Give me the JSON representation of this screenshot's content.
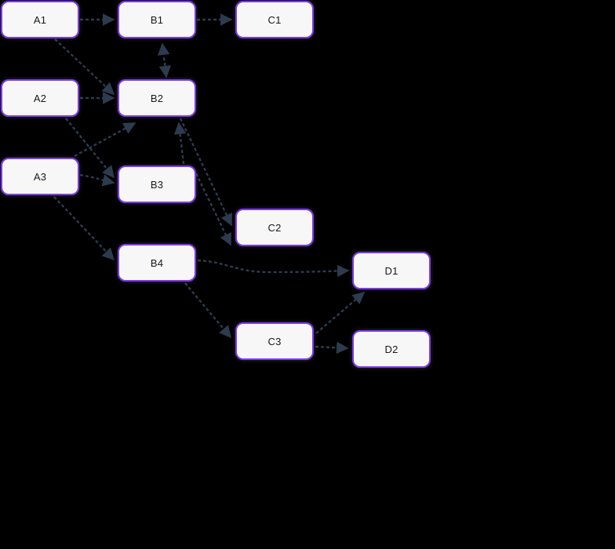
{
  "diagram": {
    "type": "flowchart",
    "background_color": "#000000",
    "node_fill": "#f7f7f8",
    "node_border_color": "#7c3aed",
    "node_text_color": "#18181b",
    "edge_color": "#2d3b4e",
    "edge_style": "dashed"
  },
  "nodes": [
    {
      "id": "A1",
      "label": "A1"
    },
    {
      "id": "A2",
      "label": "A2"
    },
    {
      "id": "A3",
      "label": "A3"
    },
    {
      "id": "B1",
      "label": "B1"
    },
    {
      "id": "B2",
      "label": "B2"
    },
    {
      "id": "B3",
      "label": "B3"
    },
    {
      "id": "B4",
      "label": "B4"
    },
    {
      "id": "C1",
      "label": "C1"
    },
    {
      "id": "C2",
      "label": "C2"
    },
    {
      "id": "C3",
      "label": "C3"
    },
    {
      "id": "D1",
      "label": "D1"
    },
    {
      "id": "D2",
      "label": "D2"
    }
  ],
  "edges": [
    {
      "from": "A1",
      "to": "B1"
    },
    {
      "from": "A1",
      "to": "B2"
    },
    {
      "from": "A2",
      "to": "B2"
    },
    {
      "from": "A2",
      "to": "B3"
    },
    {
      "from": "A3",
      "to": "B2"
    },
    {
      "from": "A3",
      "to": "B3"
    },
    {
      "from": "A3",
      "to": "B4"
    },
    {
      "from": "B2",
      "to": "B1",
      "bidirectional": true
    },
    {
      "from": "B3",
      "to": "B2"
    },
    {
      "from": "B1",
      "to": "C1"
    },
    {
      "from": "B2",
      "to": "C2"
    },
    {
      "from": "B3",
      "to": "C2"
    },
    {
      "from": "B4",
      "to": "C3"
    },
    {
      "from": "B4",
      "to": "D1"
    },
    {
      "from": "C3",
      "to": "D1"
    },
    {
      "from": "C3",
      "to": "D2"
    }
  ]
}
